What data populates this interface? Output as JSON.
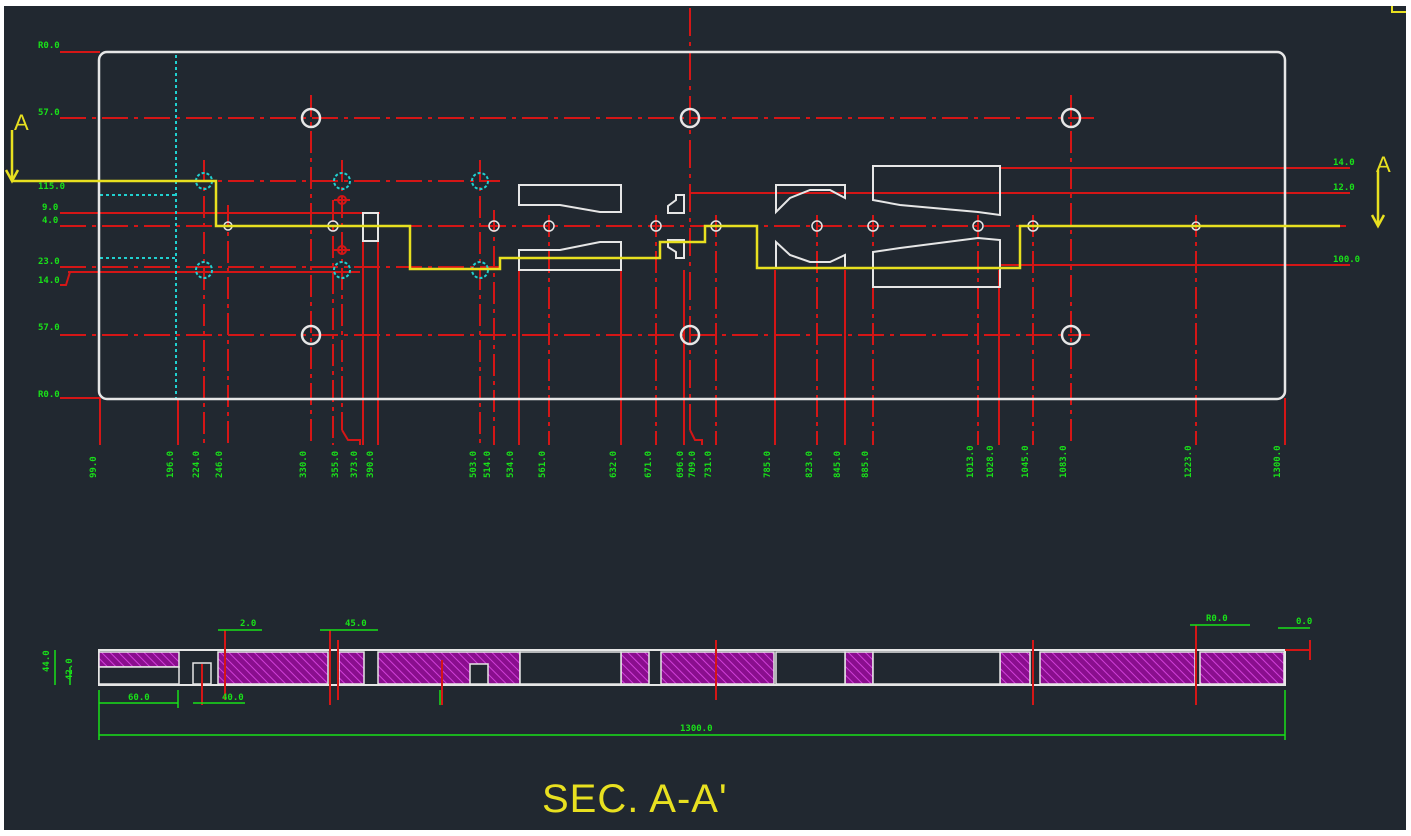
{
  "drawing": {
    "section_title": "SEC. A-A'",
    "section_marker_left": "A",
    "section_marker_right": "A",
    "colors": {
      "background": "#212830",
      "outline": "#e6e6e6",
      "center_line": "#d41616",
      "section_line": "#e8e020",
      "dimension": "#19e019",
      "hatch": "#b014b4",
      "hidden": "#20d0d0"
    }
  },
  "plate": {
    "left_dimensions": [
      "R0.0",
      "57.0",
      "115.0",
      "9.0",
      "4.0",
      "23.0",
      "14.0",
      "57.0",
      "R0.0"
    ],
    "right_dimensions": [
      "14.0",
      "12.0",
      "100.0"
    ],
    "bottom_dimensions": [
      "99.0",
      "196.0",
      "224.0",
      "246.0",
      "330.0",
      "355.0",
      "373.0",
      "390.0",
      "503.0",
      "514.0",
      "534.0",
      "561.0",
      "632.0",
      "671.0",
      "696.0",
      "709.0",
      "731.0",
      "785.0",
      "823.0",
      "845.0",
      "885.0",
      "1013.0",
      "1028.0",
      "1045.0",
      "1083.0",
      "1223.0",
      "1300.0"
    ]
  },
  "section": {
    "dimensions": [
      "44.0",
      "42.0",
      "60.0",
      "40.0",
      "2.0",
      "45.0",
      "R0.0",
      "0.0",
      "1300.0"
    ]
  }
}
